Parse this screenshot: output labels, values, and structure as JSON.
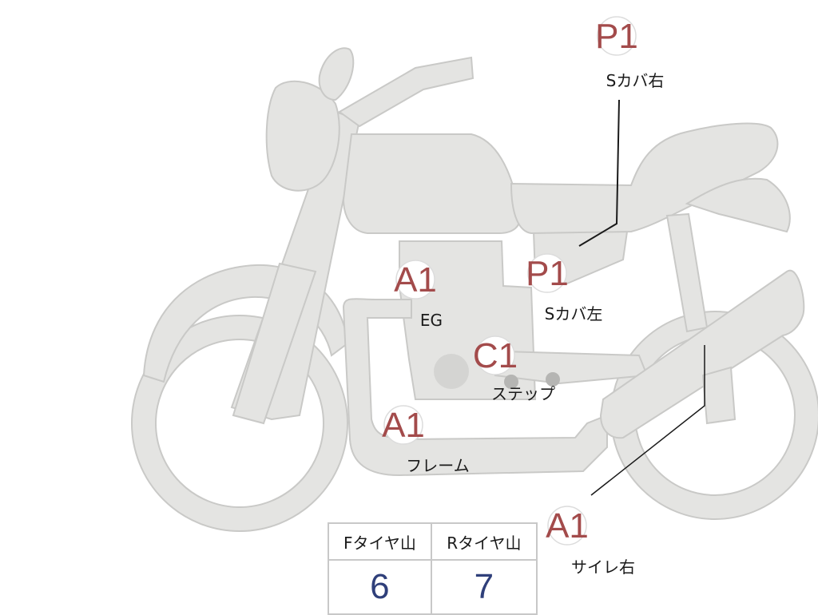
{
  "diagram": {
    "subject": "motorcycle",
    "colors": {
      "body_fill": "#e4e4e2",
      "body_outline": "#c9c9c7",
      "grade_text": "#a34b4b",
      "tire_value_text": "#2f3f7a",
      "table_border": "#c8c8c8"
    },
    "markers": [
      {
        "id": "s-cover-right",
        "grade": "P1",
        "label": "Sカバ右"
      },
      {
        "id": "engine",
        "grade": "A1",
        "label": "EG"
      },
      {
        "id": "s-cover-left",
        "grade": "P1",
        "label": "Sカバ左"
      },
      {
        "id": "step",
        "grade": "C1",
        "label": "ステップ"
      },
      {
        "id": "frame",
        "grade": "A1",
        "label": "フレーム"
      },
      {
        "id": "muffler-right",
        "grade": "A1",
        "label": "サイレ右"
      }
    ]
  },
  "tire_table": {
    "headers": [
      "Fタイヤ山",
      "Rタイヤ山"
    ],
    "values": [
      "6",
      "7"
    ]
  }
}
